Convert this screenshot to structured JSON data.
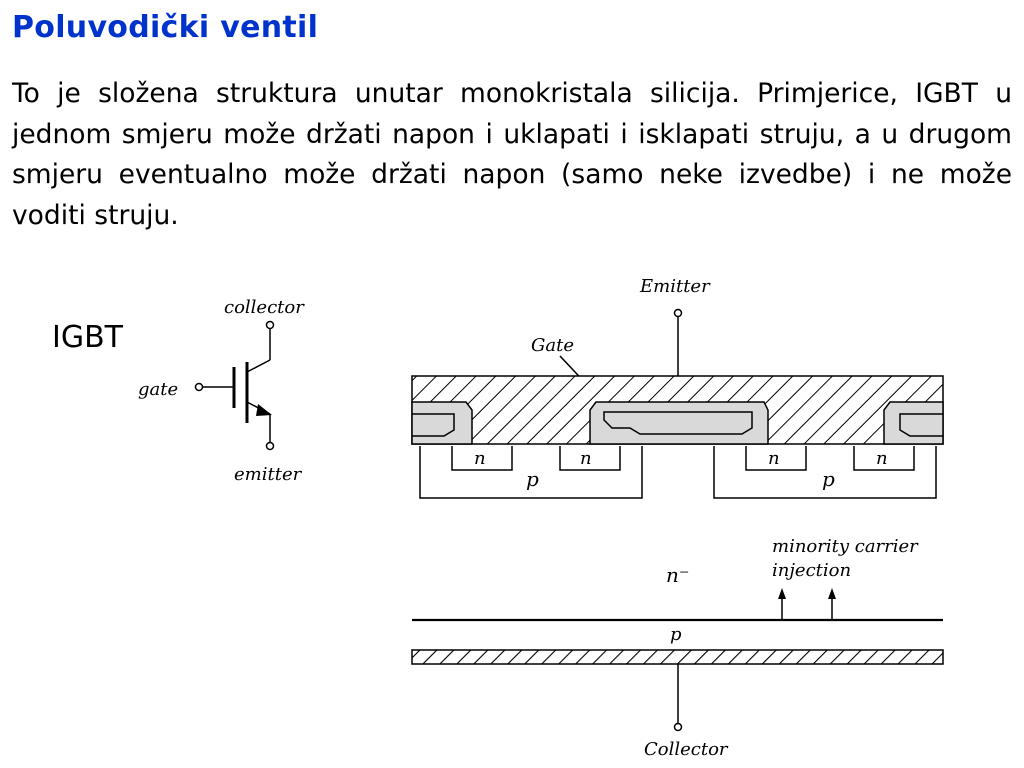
{
  "slide": {
    "title": "Poluvodički ventil",
    "paragraph": "To je složena struktura unutar monokristala silicija. Primjerice, IGBT u jednom smjeru može držati napon i uklapati i isklapati struju, a u drugom smjeru eventualno može držati napon (samo neke izvedbe) i ne može voditi struju.",
    "igbt_label": "IGBT"
  },
  "symbol": {
    "collector": "collector",
    "gate": "gate",
    "emitter": "emitter"
  },
  "cross_section": {
    "emitter": "Emitter",
    "gate": "Gate",
    "n_label": "n",
    "p_label": "p",
    "n_minus": "n⁻",
    "p_bottom": "p",
    "minority_line1": "minority carrier",
    "minority_line2": "injection",
    "collector": "Collector"
  },
  "colors": {
    "title": "#0033cc",
    "oxide": "#d9d9d9"
  }
}
